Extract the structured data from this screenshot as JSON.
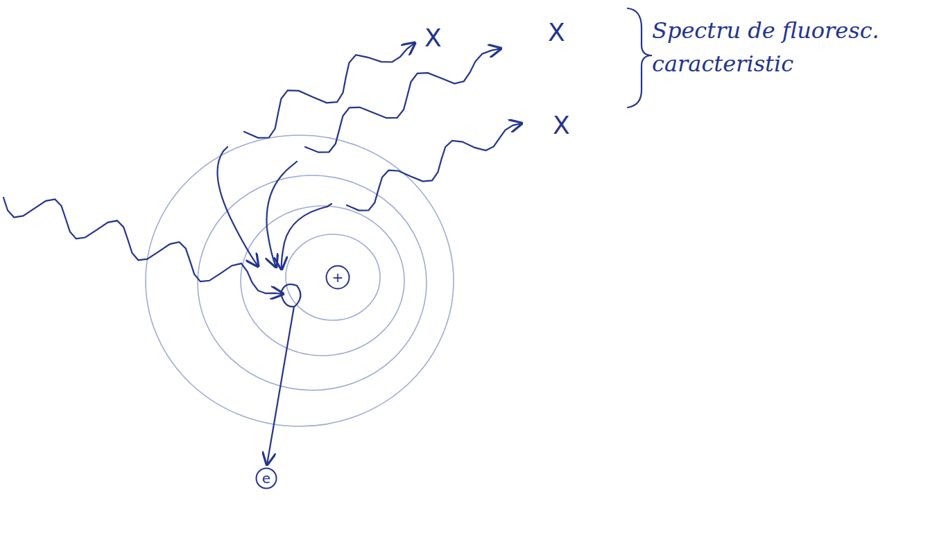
{
  "diagram": {
    "nodes": [
      {
        "text": [
          "+"
        ]
      },
      {
        "text": [
          "e"
        ]
      }
    ],
    "labels": [
      "X",
      "X",
      "X",
      "Spectru de fluoresc. caracteristic"
    ]
  }
}
